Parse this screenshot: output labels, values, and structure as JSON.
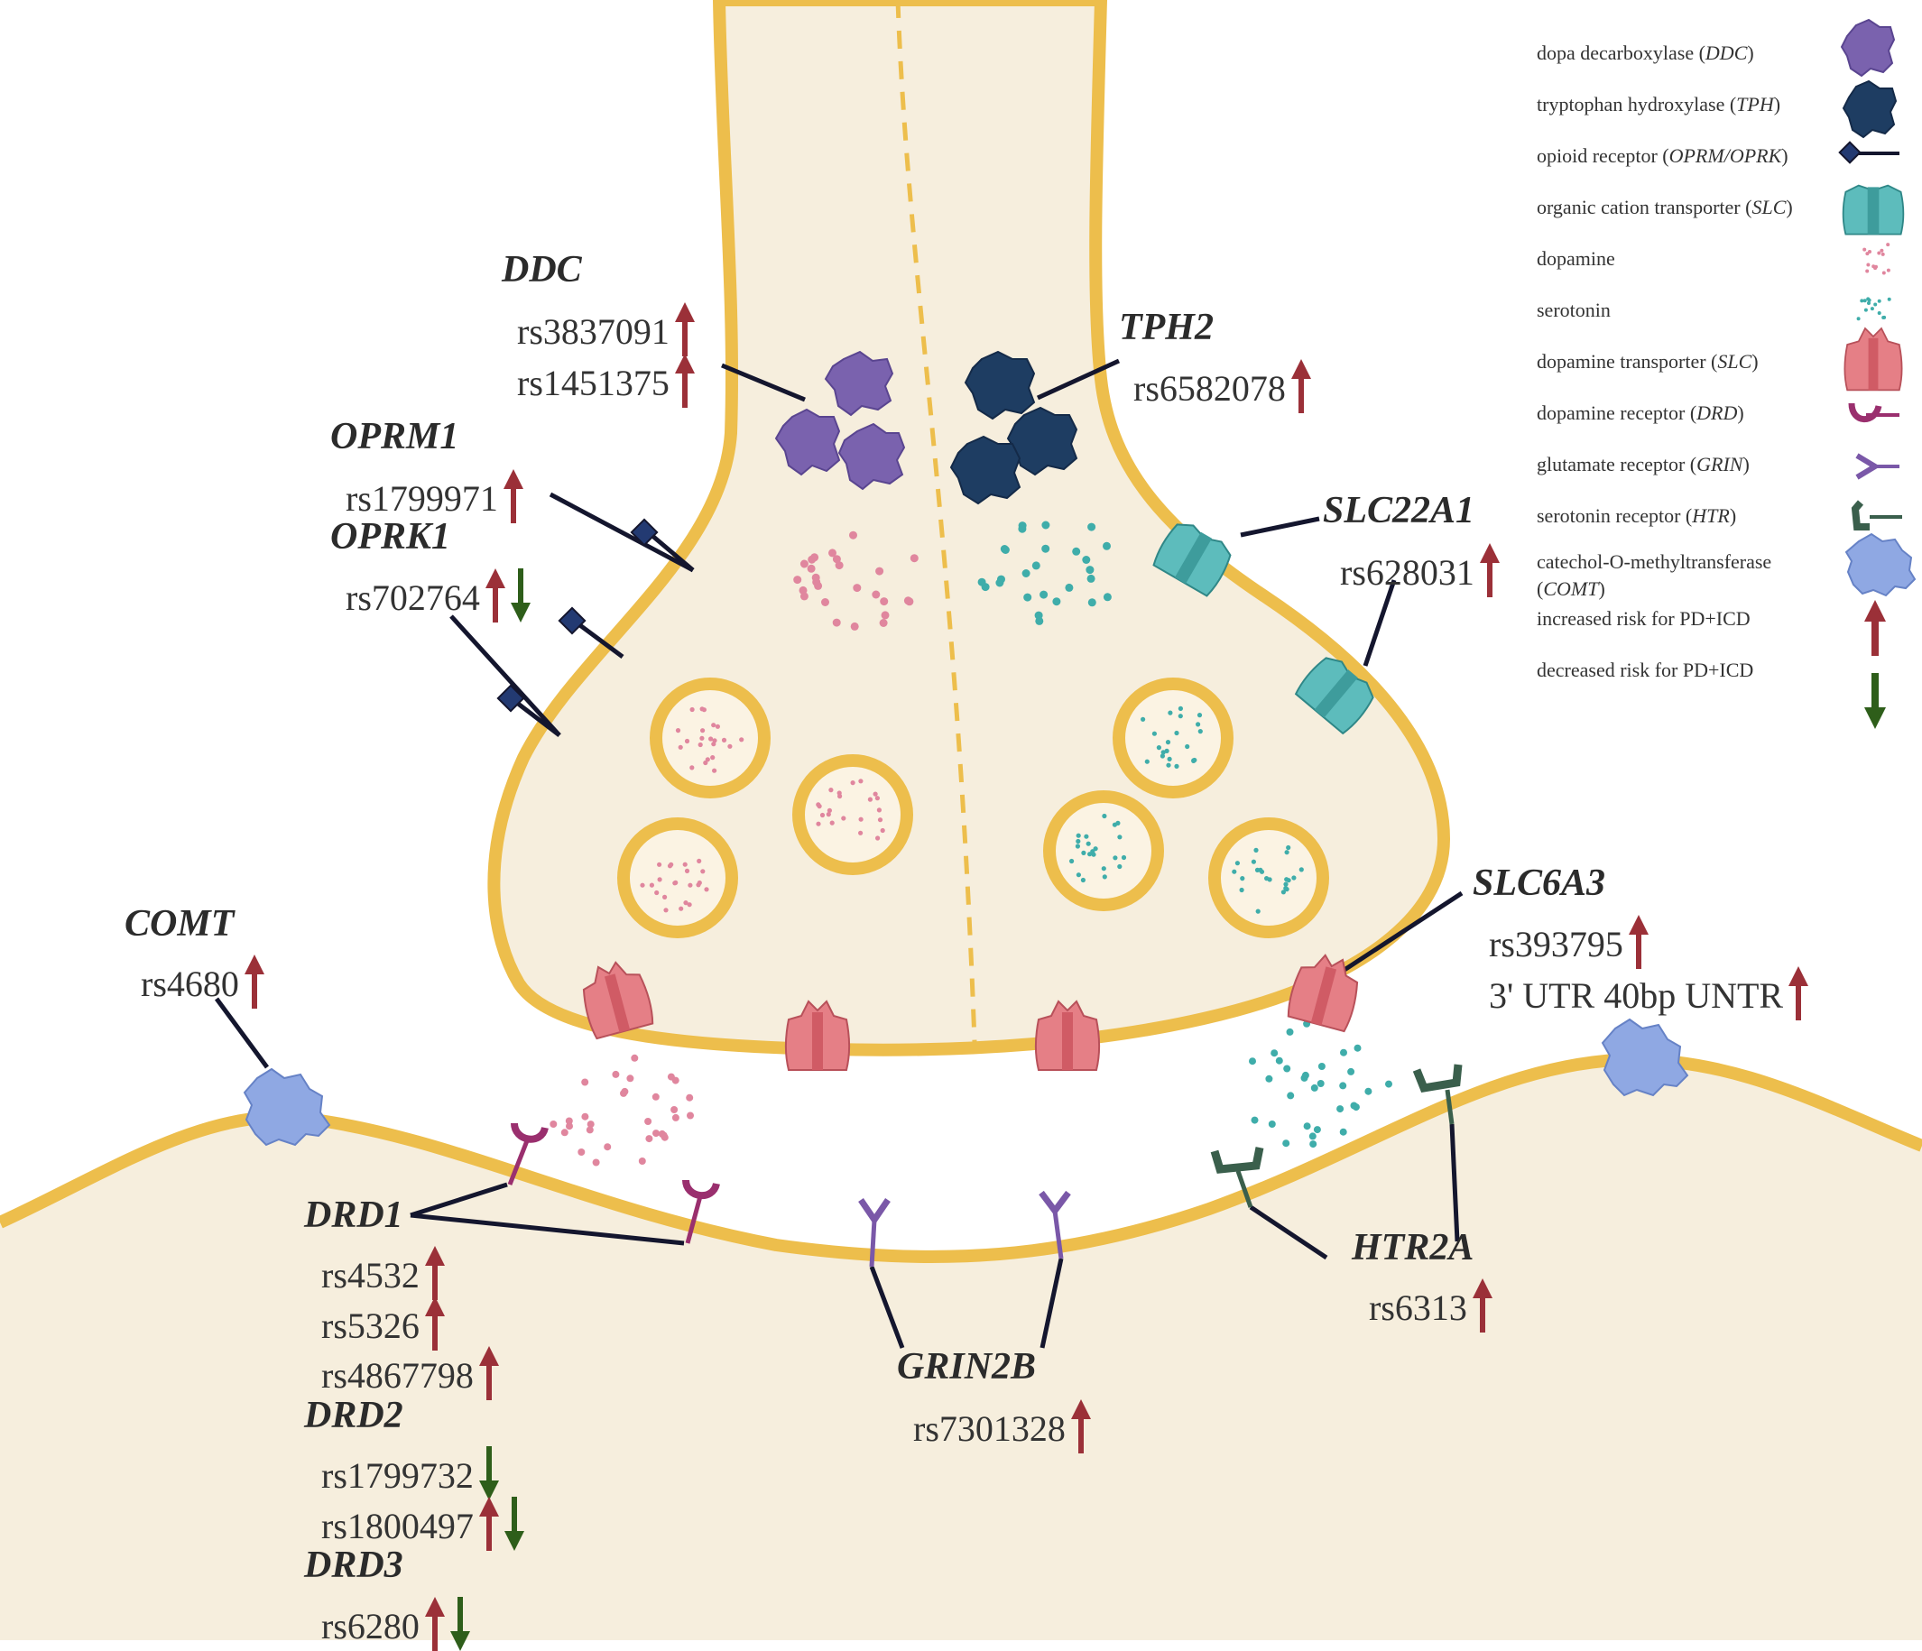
{
  "legend": {
    "items": [
      {
        "pre": "dopa decarboxylase (",
        "em": "DDC",
        "post": ")",
        "icon": "ddc-enzyme-icon"
      },
      {
        "pre": "tryptophan hydroxylase (",
        "em": "TPH",
        "post": ")",
        "icon": "tph-enzyme-icon"
      },
      {
        "pre": "opioid receptor (",
        "em": "OPRM/OPRK",
        "post": ")",
        "icon": "opioid-receptor-icon"
      },
      {
        "pre": "organic cation transporter (",
        "em": "SLC",
        "post": ")",
        "icon": "organic-cation-transporter-icon"
      },
      {
        "pre": "dopamine",
        "em": "",
        "post": "",
        "icon": "dopamine-dots-icon"
      },
      {
        "pre": "serotonin",
        "em": "",
        "post": "",
        "icon": "serotonin-dots-icon"
      },
      {
        "pre": "dopamine transporter (",
        "em": "SLC",
        "post": ")",
        "icon": "dopamine-transporter-icon"
      },
      {
        "pre": "dopamine receptor (",
        "em": "DRD",
        "post": ")",
        "icon": "dopamine-receptor-icon"
      },
      {
        "pre": "glutamate receptor (",
        "em": "GRIN",
        "post": ")",
        "icon": "glutamate-receptor-icon"
      },
      {
        "pre": "serotonin receptor (",
        "em": "HTR",
        "post": ")",
        "icon": "serotonin-receptor-icon"
      },
      {
        "pre": "catechol-O-methyltransferase",
        "em": "",
        "post": "",
        "line2pre": "(",
        "line2em": "COMT",
        "line2post": ")",
        "icon": "comt-enzyme-icon"
      },
      {
        "pre": "increased risk for PD+ICD",
        "em": "",
        "post": "",
        "icon": "up-arrow-icon"
      },
      {
        "pre": "decreased risk for PD+ICD",
        "em": "",
        "post": "",
        "icon": "down-arrow-icon"
      }
    ]
  },
  "genes": {
    "ddc": {
      "name": "DDC",
      "snps": [
        {
          "id": "rs3837091",
          "risk": [
            "up"
          ]
        },
        {
          "id": "rs1451375",
          "risk": [
            "up"
          ]
        }
      ]
    },
    "tph2": {
      "name": "TPH2",
      "snps": [
        {
          "id": "rs6582078",
          "risk": [
            "up"
          ]
        }
      ]
    },
    "oprm1": {
      "name": "OPRM1",
      "snps": [
        {
          "id": "rs1799971",
          "risk": [
            "up"
          ]
        }
      ]
    },
    "oprk1": {
      "name": "OPRK1",
      "snps": [
        {
          "id": "rs702764",
          "risk": [
            "up",
            "down"
          ]
        }
      ]
    },
    "slc22a1": {
      "name": "SLC22A1",
      "snps": [
        {
          "id": "rs628031",
          "risk": [
            "up"
          ]
        }
      ]
    },
    "slc6a3": {
      "name": "SLC6A3",
      "snps": [
        {
          "id": "rs393795",
          "risk": [
            "up"
          ]
        },
        {
          "id": "3' UTR 40bp UNTR",
          "risk": [
            "up"
          ]
        }
      ]
    },
    "comt": {
      "name": "COMT",
      "snps": [
        {
          "id": "rs4680",
          "risk": [
            "up"
          ]
        }
      ]
    },
    "drd1": {
      "name": "DRD1",
      "snps": [
        {
          "id": "rs4532",
          "risk": [
            "up"
          ]
        },
        {
          "id": "rs5326",
          "risk": [
            "up"
          ]
        },
        {
          "id": "rs4867798",
          "risk": [
            "up"
          ]
        }
      ]
    },
    "drd2": {
      "name": "DRD2",
      "snps": [
        {
          "id": "rs1799732",
          "risk": [
            "down"
          ]
        },
        {
          "id": "rs1800497",
          "risk": [
            "up",
            "down"
          ]
        }
      ]
    },
    "drd3": {
      "name": "DRD3",
      "snps": [
        {
          "id": "rs6280",
          "risk": [
            "up",
            "down"
          ]
        }
      ]
    },
    "grin2b": {
      "name": "GRIN2B",
      "snps": [
        {
          "id": "rs7301328",
          "risk": [
            "up"
          ]
        }
      ]
    },
    "htr2a": {
      "name": "HTR2A",
      "snps": [
        {
          "id": "rs6313",
          "risk": [
            "up"
          ]
        }
      ]
    }
  },
  "colors": {
    "membrane": "#EDBE4C",
    "cytoplasm": "#F6EEDD",
    "up_arrow": "#9B3038",
    "down_arrow": "#2E5E1A",
    "dopamine": "#E0869E",
    "serotonin": "#3FADAA",
    "ddc": "#7A62AE",
    "tph": "#1E3D62",
    "opioid": "#233A72",
    "oct": "#5DBCBC",
    "dat": "#E57F86",
    "drd": "#9A2F6E",
    "grin": "#7A58A8",
    "htr": "#3A5F4C",
    "comt": "#8FA8E3"
  }
}
